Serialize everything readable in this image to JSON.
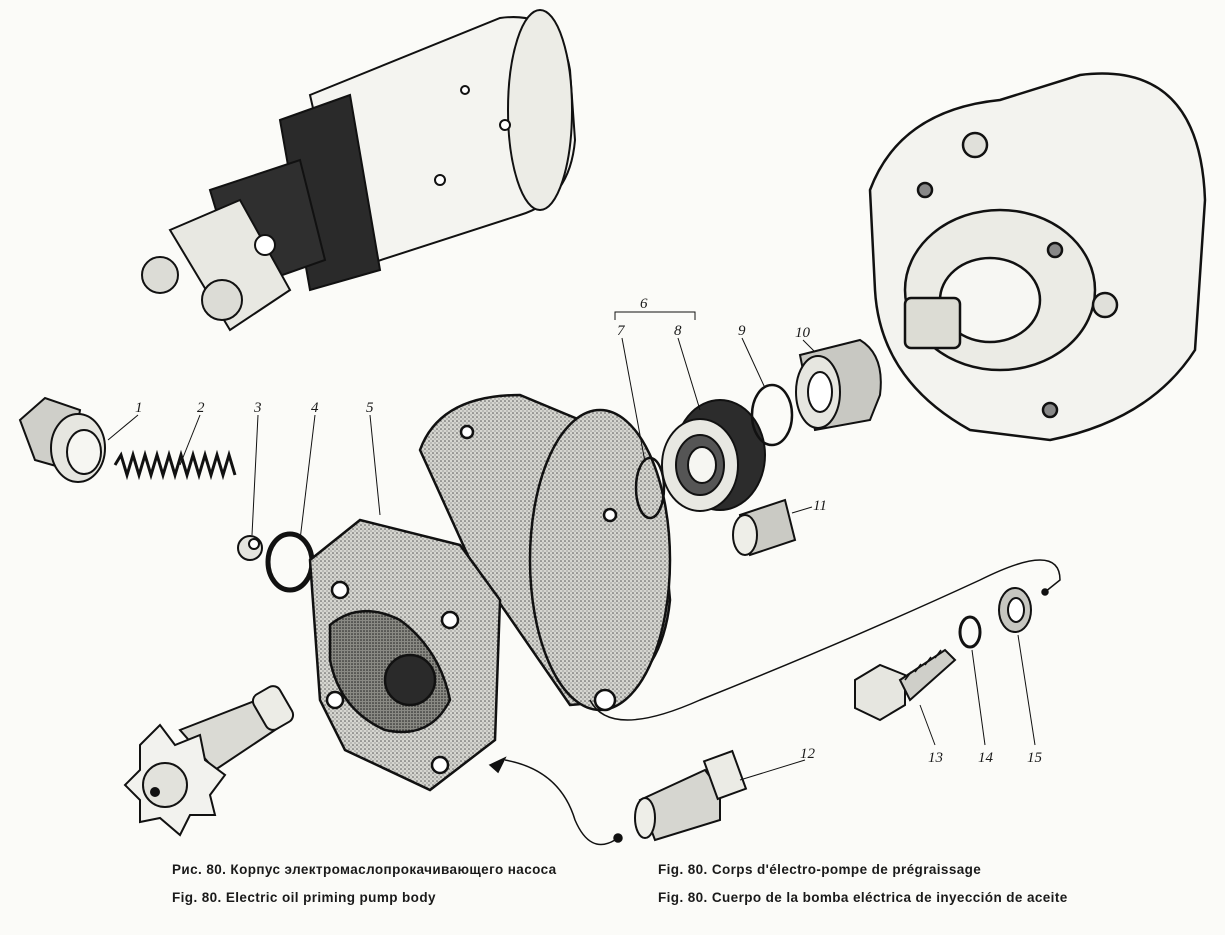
{
  "callouts": {
    "n1": "1",
    "n2": "2",
    "n3": "3",
    "n4": "4",
    "n5": "5",
    "n6": "6",
    "n7": "7",
    "n8": "8",
    "n9": "9",
    "n10": "10",
    "n11": "11",
    "n12": "12",
    "n13": "13",
    "n14": "14",
    "n15": "15"
  },
  "captions": {
    "ru": "Рис. 80. Корпус электромаслопрокачивающего насоса",
    "en": "Fig. 80. Electric oil priming pump body",
    "fr": "Fig. 80. Corps d'électro-pompe de prégraissage",
    "es": "Fig. 80. Cuerpo de la bomba eléctrica de inyección de aceite"
  }
}
